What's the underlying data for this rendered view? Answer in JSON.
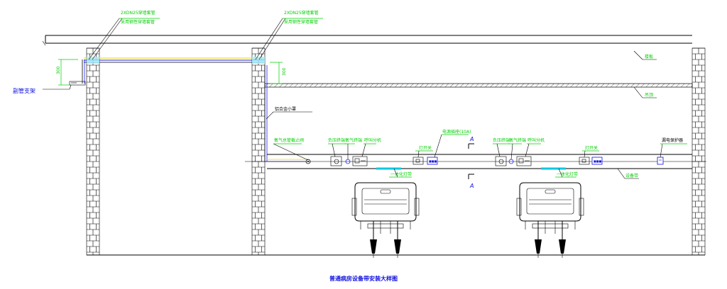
{
  "labels": {
    "pipe_left_1": "2XDN25穿墙套管",
    "pipe_left_2": "采用钢性穿墙套管",
    "pipe_mid_1": "2XDN25穿墙套管",
    "pipe_mid_2": "采用钢性穿墙套管",
    "support": "副管支架",
    "floor_slab": "楼板",
    "ceiling": "吊顶",
    "alu_cover": "铝合金小罩",
    "gas_valve": "氧气总管截止阀",
    "suction_1": "负压终端",
    "oxygen_1": "氧气终端",
    "call_1": "呼叫分机",
    "switch_1": "灯开关",
    "socket": "电源插座(10A)",
    "lamp_1": "一体化灯带",
    "section_a": "A",
    "suction_2": "负压终端",
    "oxygen_2": "氧气终端",
    "call_2": "呼叫分机",
    "switch_2": "灯开关",
    "lamp_2": "一体化灯带",
    "protector": "漏电保护器",
    "equip_belt": "设备带",
    "dim_left": "300",
    "dim_mid": "300",
    "caption": "普通病房设备带安装大样图"
  },
  "colors": {
    "label_green": "#00d000",
    "caption_blue": "#1010e0",
    "pipe_yellow": "#e6d400",
    "pipe_blue": "#2020ff",
    "lamp_cyan": "#00c8e0"
  }
}
